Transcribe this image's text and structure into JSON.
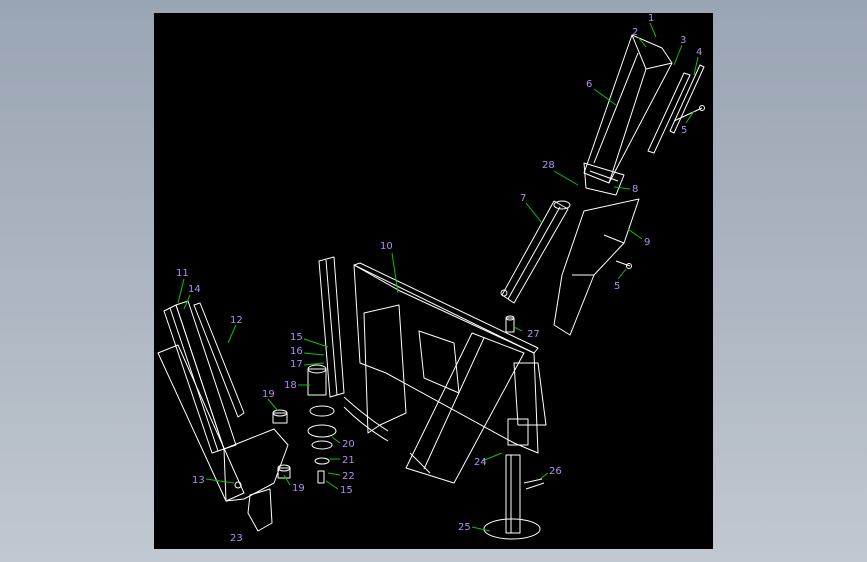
{
  "viewport": {
    "background": "#000000",
    "line_color": "#ffffff",
    "leader_color": "#00c800",
    "label_color": "#b48cf0"
  },
  "callouts": [
    {
      "text": "1"
    },
    {
      "text": "2"
    },
    {
      "text": "3"
    },
    {
      "text": "4"
    },
    {
      "text": "5"
    },
    {
      "text": "6"
    },
    {
      "text": "28"
    },
    {
      "text": "8"
    },
    {
      "text": "7"
    },
    {
      "text": "9"
    },
    {
      "text": "5"
    },
    {
      "text": "27"
    },
    {
      "text": "10"
    },
    {
      "text": "11"
    },
    {
      "text": "14"
    },
    {
      "text": "12"
    },
    {
      "text": "15"
    },
    {
      "text": "16"
    },
    {
      "text": "17"
    },
    {
      "text": "18"
    },
    {
      "text": "19"
    },
    {
      "text": "20"
    },
    {
      "text": "21"
    },
    {
      "text": "22"
    },
    {
      "text": "15"
    },
    {
      "text": "13"
    },
    {
      "text": "19"
    },
    {
      "text": "23"
    },
    {
      "text": "24"
    },
    {
      "text": "26"
    },
    {
      "text": "25"
    }
  ]
}
